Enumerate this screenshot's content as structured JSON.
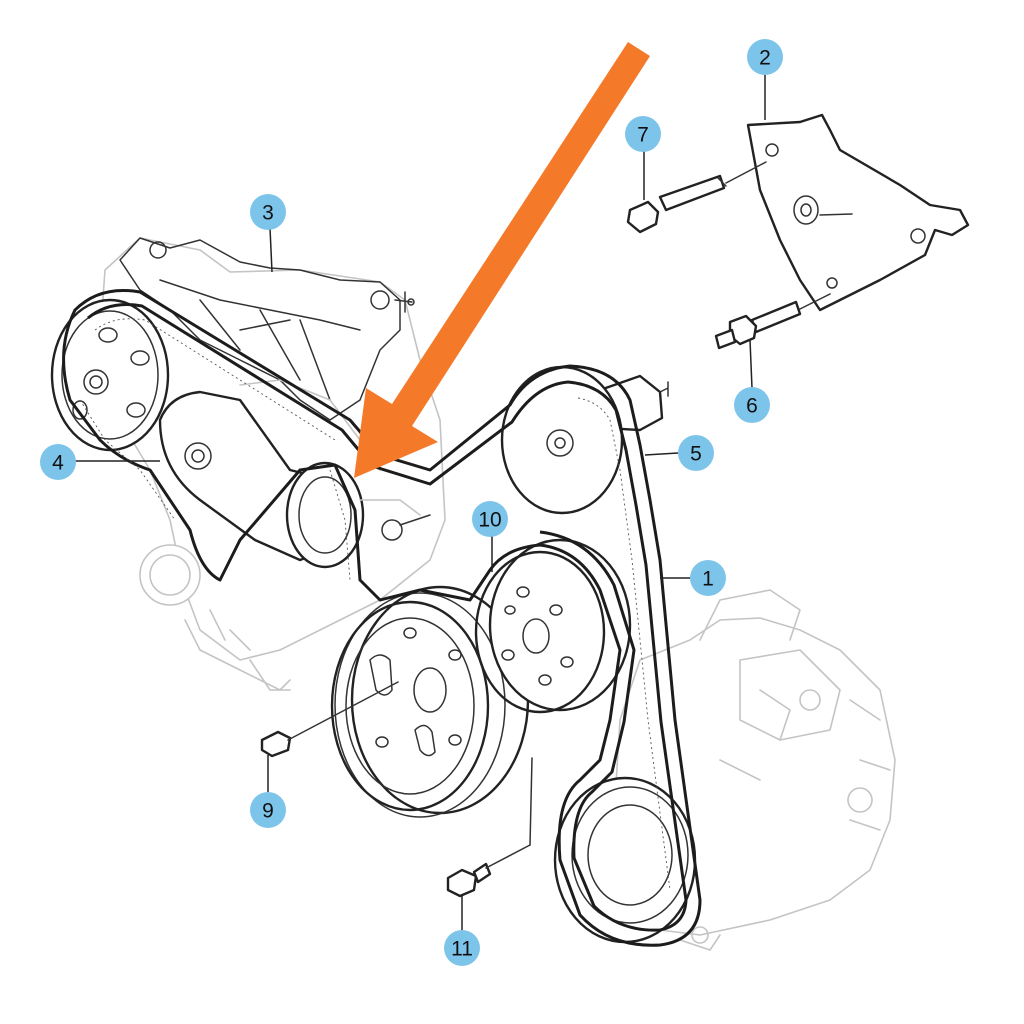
{
  "callouts": [
    {
      "id": "1",
      "label": "1"
    },
    {
      "id": "2",
      "label": "2"
    },
    {
      "id": "3",
      "label": "3"
    },
    {
      "id": "4",
      "label": "4"
    },
    {
      "id": "5",
      "label": "5"
    },
    {
      "id": "6",
      "label": "6"
    },
    {
      "id": "7",
      "label": "7"
    },
    {
      "id": "9",
      "label": "9"
    },
    {
      "id": "10",
      "label": "10"
    },
    {
      "id": "11",
      "label": "11"
    }
  ],
  "colors": {
    "callout_bubble": "#7dc4ea",
    "arrow": "#f47a2a",
    "line": "#222222",
    "ghost_line": "#c4c4c4"
  },
  "icons": {
    "arrow": "pointer-arrow-icon"
  }
}
